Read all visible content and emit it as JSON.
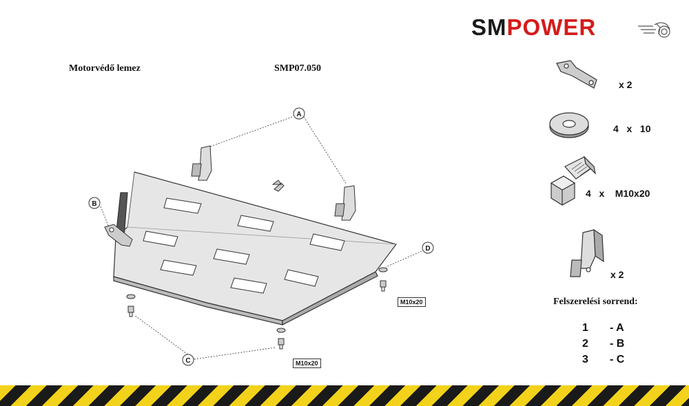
{
  "brand": {
    "sm": "SM",
    "power": "POWER"
  },
  "header": {
    "product_name": "Motorvédő lemez",
    "product_code": "SMP07.050"
  },
  "parts": [
    {
      "icon": "bracket-strip-icon",
      "qty": "x 2"
    },
    {
      "icon": "washer-icon",
      "qty": "4   x   10"
    },
    {
      "icon": "bolt-icon",
      "qty": "4   x    M10x20"
    },
    {
      "icon": "angle-bracket-icon",
      "qty": "x 2"
    }
  ],
  "diagram": {
    "callouts": [
      "A",
      "B",
      "C",
      "D"
    ],
    "bolt_labels": [
      "M10x20",
      "M10x20"
    ]
  },
  "order": {
    "title": "Felszerelési sorrend:",
    "steps": [
      {
        "num": "1",
        "letter": "- A"
      },
      {
        "num": "2",
        "letter": "- B"
      },
      {
        "num": "3",
        "letter": "- C"
      }
    ]
  },
  "colors": {
    "brand_red": "#d41b1b",
    "stripe_yellow": "#f2d21a",
    "stripe_black": "#1a1a1a",
    "plate_fill": "#e6e6e6"
  }
}
